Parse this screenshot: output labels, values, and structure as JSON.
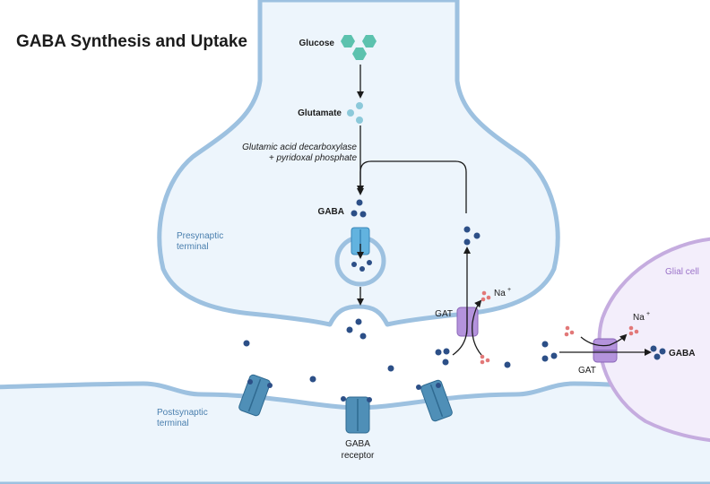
{
  "title": "GABA Synthesis and Uptake",
  "labels": {
    "glucose": "Glucose",
    "glutamate": "Glutamate",
    "enzyme_line1": "Glutamic acid decarboxylase",
    "enzyme_line2": "+ pyridoxal phosphate",
    "gaba_pre": "GABA",
    "presynaptic_line1": "Presynaptic",
    "presynaptic_line2": "terminal",
    "postsynaptic_line1": "Postsynaptic",
    "postsynaptic_line2": "terminal",
    "gat_pre": "GAT",
    "na_pre": "Na",
    "na_pre_sup": "+",
    "glial_cell": "Glial cell",
    "na_glial": "Na",
    "na_glial_sup": "+",
    "gat_glial": "GAT",
    "gaba_glial": "GABA",
    "receptor_line1": "GABA",
    "receptor_line2": "receptor"
  },
  "colors": {
    "membrane_fill": "#edf5fc",
    "membrane_stroke": "#9dc1e0",
    "gaba_molecule": "#2c4f87",
    "glucose": "#5cc2ae",
    "glutamate": "#8cc9da",
    "sodium": "#e27878",
    "transporter": "#b493dc",
    "receptor": "#4f8fb7",
    "glial_fill": "#f3eefb",
    "glial_stroke": "#c5acdf"
  }
}
